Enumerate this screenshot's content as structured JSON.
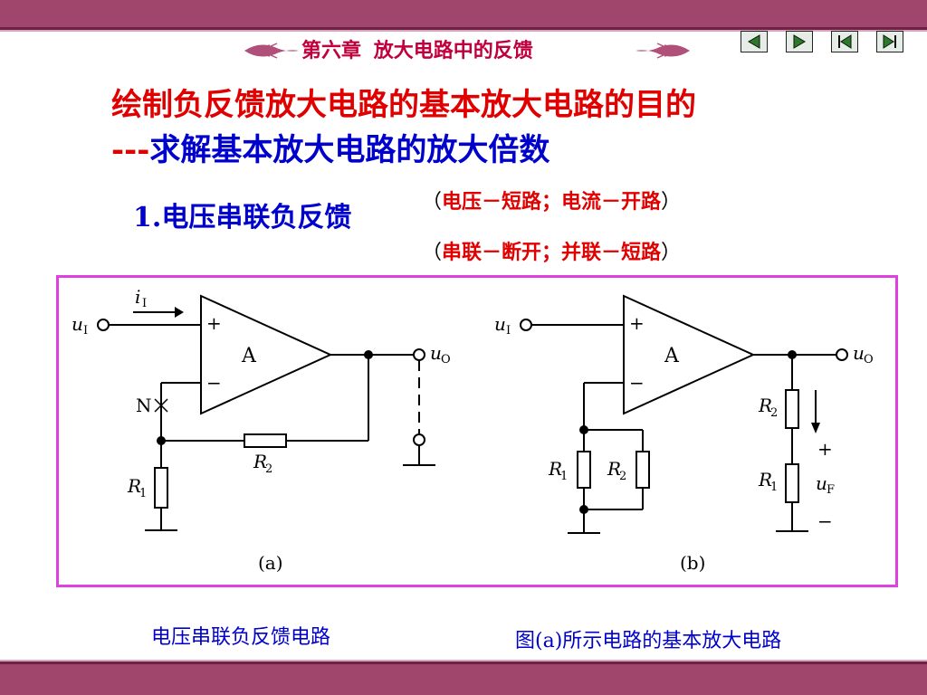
{
  "header": {
    "chapter_num": "第六章",
    "chapter_title": "放大电路中的反馈"
  },
  "nav": {
    "prev": "previous-icon",
    "next": "next-icon",
    "first": "first-icon",
    "last": "last-icon"
  },
  "title": {
    "line1": "绘制负反馈放大电路的基本放大电路的目的",
    "line2_dash": "---",
    "line2_text": "求解基本放大电路的放大倍数"
  },
  "section": {
    "label": "1.电压串联负反馈"
  },
  "notes": {
    "rule1_open": "（",
    "rule1_text": "电压－短路；电流－开路",
    "rule1_close": "）",
    "rule2_open": "（",
    "rule2_text": "串联－断开；并联－短路",
    "rule2_close": "）"
  },
  "diagram": {
    "a": {
      "input_label": "u",
      "input_sub": "I",
      "current_label": "i",
      "current_sub": "I",
      "plus": "+",
      "minus": "−",
      "amp": "A",
      "output_label": "u",
      "output_sub": "O",
      "node_n": "N",
      "r2_label": "R",
      "r2_sub": "2",
      "r1_label": "R",
      "r1_sub": "1",
      "caption": "(a)"
    },
    "b": {
      "input_label": "u",
      "input_sub": "I",
      "plus": "+",
      "minus": "−",
      "amp": "A",
      "output_label": "u",
      "output_sub": "O",
      "r1_label": "R",
      "r1_sub": "1",
      "r2_label": "R",
      "r2_sub": "2",
      "r2o_label": "R",
      "r2o_sub": "2",
      "r1o_label": "R",
      "r1o_sub": "1",
      "uf_label": "u",
      "uf_sub": "F",
      "uf_plus": "+",
      "uf_minus": "−",
      "caption": "(b)"
    }
  },
  "captions": {
    "left": "电压串联负反馈电路",
    "right": "图(a)所示电路的基本放大电路"
  },
  "colors": {
    "band": "#a0456b",
    "accent_red": "#e00000",
    "accent_blue": "#0000cc",
    "frame": "#e040e0"
  }
}
